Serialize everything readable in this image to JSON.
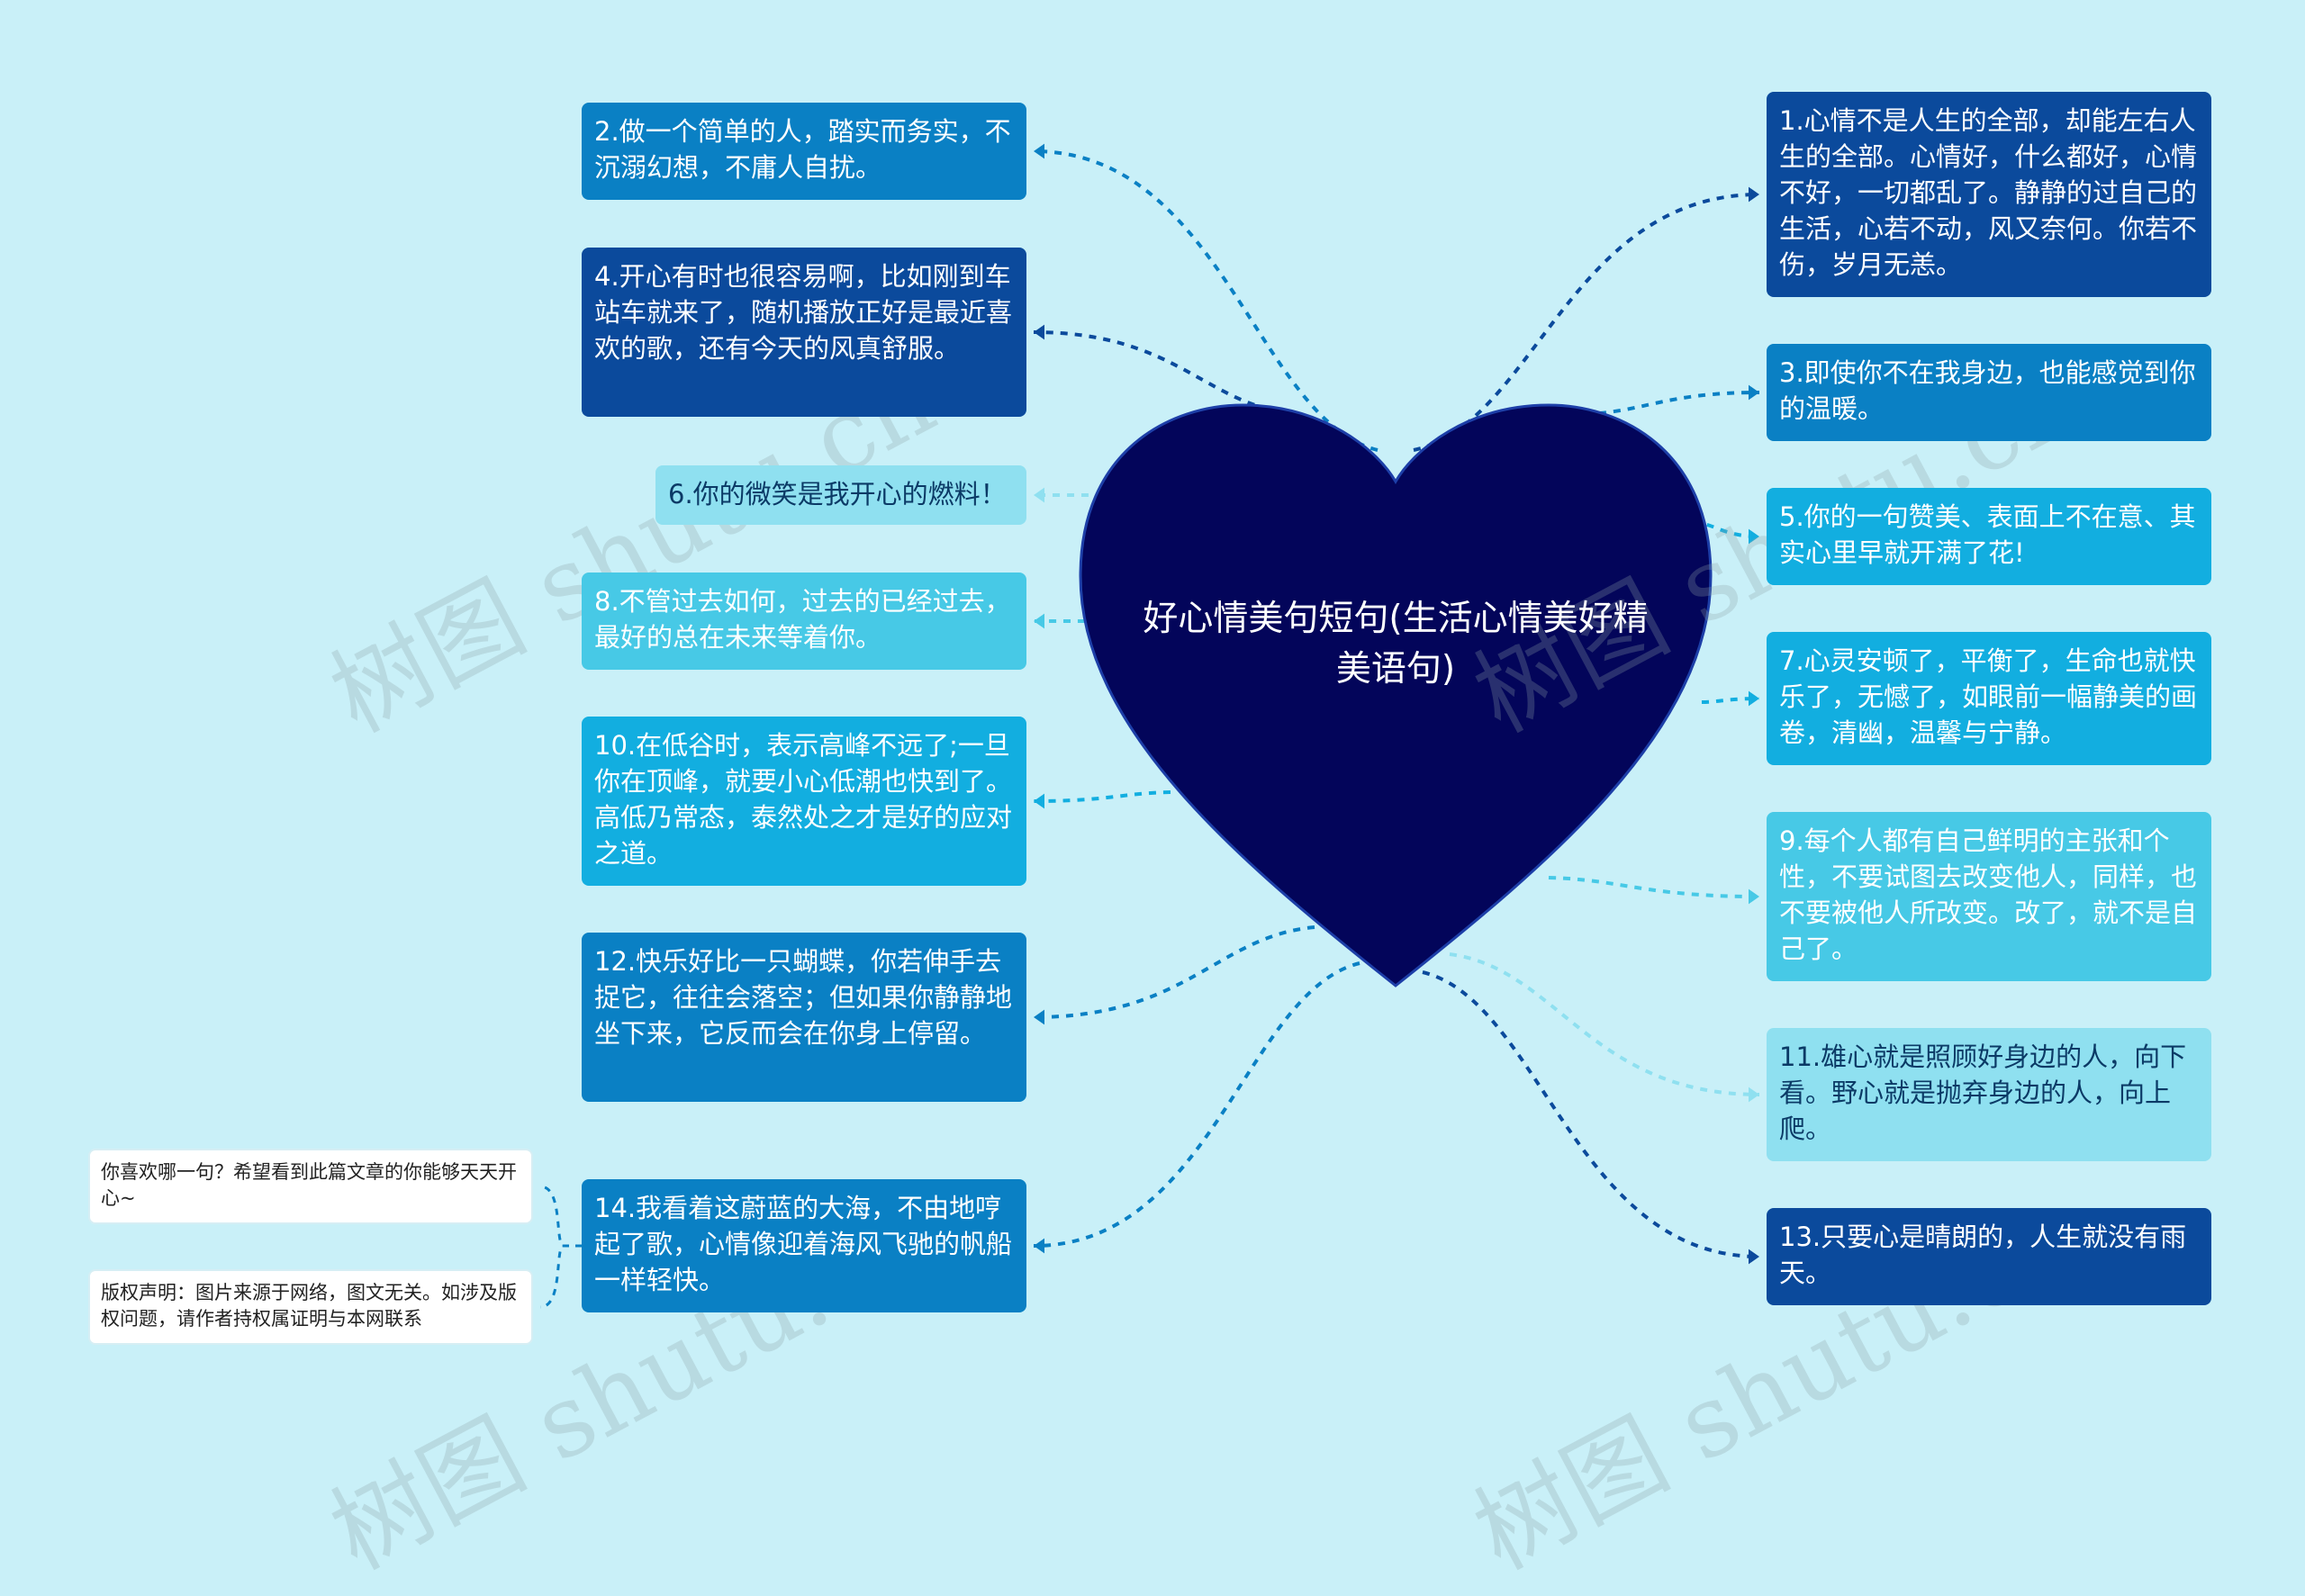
{
  "center": {
    "title": "好心情美句短句(生活心情美好精美语句)",
    "color": "#03055a"
  },
  "left_nodes": [
    {
      "id": "2",
      "text": "2.做一个简单的人，踏实而务实，不沉溺幻想，不庸人自扰。",
      "color": "#0a80c4"
    },
    {
      "id": "4",
      "text": "4.开心有时也很容易啊，比如刚到车站车就来了，随机播放正好是最近喜欢的歌，还有今天的风真舒服。",
      "color": "#0b4a9c"
    },
    {
      "id": "6",
      "text": "6.你的微笑是我开心的燃料！",
      "color": "#8fe0f0"
    },
    {
      "id": "8",
      "text": "8.不管过去如何，过去的已经过去，最好的总在未来等着你。",
      "color": "#47c9e6"
    },
    {
      "id": "10",
      "text": "10.在低谷时，表示高峰不远了;一旦你在顶峰，就要小心低潮也快到了。高低乃常态，泰然处之才是好的应对之道。",
      "color": "#12aee0"
    },
    {
      "id": "12",
      "text": "12.快乐好比一只蝴蝶，你若伸手去捉它，往往会落空；但如果你静静地坐下来，它反而会在你身上停留。",
      "color": "#0a80c4"
    },
    {
      "id": "14",
      "text": "14.我看着这蔚蓝的大海，不由地哼起了歌，心情像迎着海风飞驰的帆船一样轻快。",
      "color": "#0a80c4"
    }
  ],
  "right_nodes": [
    {
      "id": "1",
      "text": "1.心情不是人生的全部，却能左右人生的全部。心情好，什么都好，心情不好，一切都乱了。静静的过自己的生活，心若不动，风又奈何。你若不伤，岁月无恙。",
      "color": "#0b4a9c"
    },
    {
      "id": "3",
      "text": "3.即使你不在我身边，也能感觉到你的温暖。",
      "color": "#0a80c4"
    },
    {
      "id": "5",
      "text": "5.你的一句赞美、表面上不在意、其实心里早就开满了花!",
      "color": "#12aee0"
    },
    {
      "id": "7",
      "text": "7.心灵安顿了，平衡了，生命也就快乐了，无憾了，如眼前一幅静美的画卷，清幽，温馨与宁静。",
      "color": "#12aee0"
    },
    {
      "id": "9",
      "text": "9.每个人都有自己鲜明的主张和个性，不要试图去改变他人，同样，也不要被他人所改变。改了，就不是自己了。",
      "color": "#47c9e6"
    },
    {
      "id": "11",
      "text": "11.雄心就是照顾好身边的人，向下看。野心就是抛弃身边的人，向上爬。",
      "color": "#8fe0f0"
    },
    {
      "id": "13",
      "text": "13.只要心是晴朗的，人生就没有雨天。",
      "color": "#0b4a9c"
    }
  ],
  "notes": [
    {
      "text": "你喜欢哪一句？希望看到此篇文章的你能够天天开心~"
    },
    {
      "text": "版权声明：图片来源于网络，图文无关。如涉及版权问题，请作者持权属证明与本网联系"
    }
  ],
  "watermarks": [
    "树图 shutu.cn",
    "树图 shutu.cn",
    "树图 shutu.cn",
    "树图 shutu.cn"
  ]
}
